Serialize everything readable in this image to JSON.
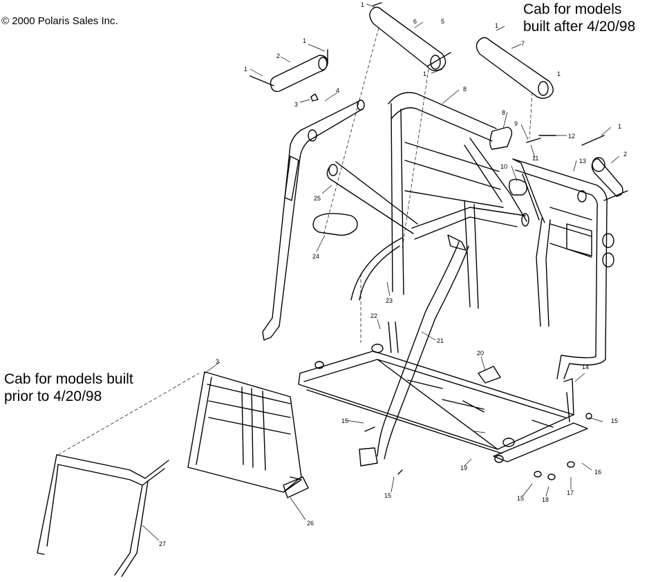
{
  "copyright": "© 2000 Polaris Sales Inc.",
  "captions": {
    "after": "Cab for models\nbuilt after 4/20/98",
    "prior": "Cab for models built\nprior to 4/20/98"
  },
  "callouts": [
    "1",
    "1",
    "1",
    "1",
    "1",
    "1",
    "1",
    "2",
    "2",
    "3",
    "3",
    "4",
    "5",
    "6",
    "7",
    "8",
    "8",
    "9",
    "10",
    "11",
    "12",
    "13",
    "14",
    "15",
    "15",
    "15",
    "15",
    "16",
    "17",
    "18",
    "19",
    "20",
    "21",
    "22",
    "23",
    "24",
    "25",
    "26",
    "27"
  ]
}
